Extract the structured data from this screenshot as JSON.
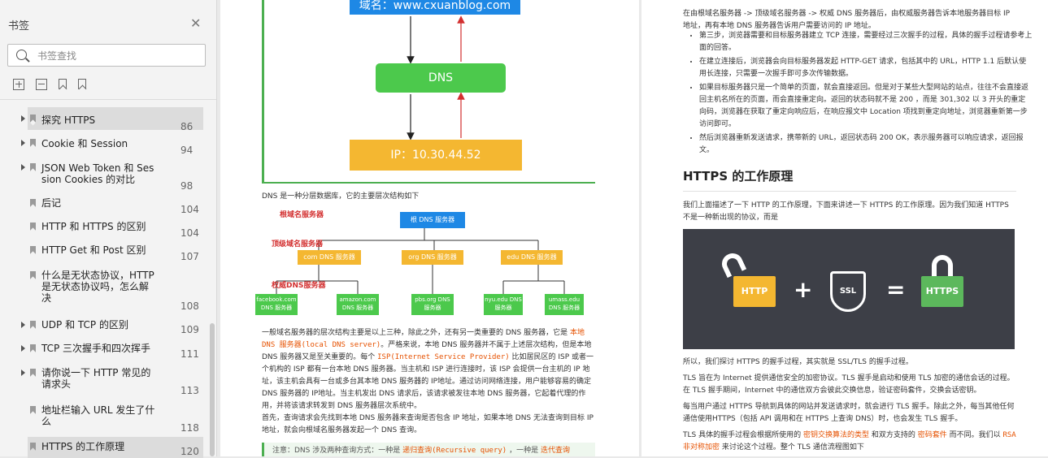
{
  "sidebar": {
    "title": "书签",
    "search_placeholder": "书签查找",
    "items": [
      {
        "label": "探究 HTTPS",
        "page": "86"
      },
      {
        "label": "Cookie 和 Session",
        "page": "94"
      },
      {
        "label": "JSON Web Token 和 Session Cookies 的对比",
        "page": "98"
      },
      {
        "label": "后记",
        "page": "104"
      },
      {
        "label": "HTTP 和 HTTPS 的区别",
        "page": "104"
      },
      {
        "label": "HTTP Get 和 Post 区别",
        "page": "107"
      },
      {
        "label": "什么是无状态协议，HTTP 是无状态协议吗，怎么解决",
        "page": "108"
      },
      {
        "label": "UDP 和 TCP 的区别",
        "page": "109"
      },
      {
        "label": "TCP 三次握手和四次挥手",
        "page": "111"
      },
      {
        "label": "请你说一下 HTTP 常见的请求头",
        "page": "113"
      },
      {
        "label": "地址栏输入 URL 发生了什么",
        "page": "118"
      },
      {
        "label": "HTTPS 的工作原理",
        "page": "120"
      }
    ]
  },
  "page1": {
    "domain_box": "域名：www.cxuanblog.com",
    "dns_box": "DNS",
    "ip_box": "IP：10.30.44.52",
    "caption": "DNS 是一种分层数据库，它的主要层次结构如下",
    "tree": {
      "root_label": "根域名服务器",
      "root_box": "根 DNS 服务器",
      "tld_label": "顶级域名服务器",
      "tld_boxes": [
        "com DNS 服务器",
        "org DNS 服务器",
        "edu DNS 服务器"
      ],
      "auth_label": "权威DNS服务器",
      "auth_boxes": [
        "facebook.com DNS 服务器",
        "amazon.com DNS 服务器",
        "pbs.org DNS 服务器",
        "nyu.edu DNS 服务器",
        "umass.edu DNS 服务器"
      ]
    },
    "para1_a": "一般域名服务器的层次结构主要是以上三种，除此之外，还有另一类重要的 DNS 服务器，它是 ",
    "para1_hl1": "本地 DNS 服务器(local DNS server)",
    "para1_b": "。严格来说，本地 DNS 服务器并不属于上述层次结构，但是本地 DNS 服务器又是至关重要的。每个 ",
    "para1_hl2": "ISP(Internet Service Provider)",
    "para1_c": " 比如居民区的 ISP 或者一个机构的 ISP 都有一台本地 DNS 服务器。当主机和 ISP 进行连接时，该 ISP 会提供一台主机的 IP 地址，该主机会具有一台或多台其本地 DNS 服务器的 IP地址。通过访问网络连接，用户能够容易的确定 DNS 服务器的 IP地址。当主机发出 DNS 请求后，该请求被发往本地 DNS 服务器，它起着代理的作用，并将该请求转发到 DNS 服务器层次系统中。",
    "para2": "首先，查询请求会先找到本地 DNS 服务器来查询是否包含 IP 地址，如果本地 DNS 无法查询到目标 IP 地址，就会向根域名服务器发起一个 DNS 查询。",
    "note_a": "注意：DNS 涉及两种查询方式：一种是 ",
    "note_hl1": "递归查询(Recursive query)",
    "note_b": " ，一种是 ",
    "note_hl2": "迭代查询"
  },
  "page2": {
    "intro": "在由根域名服务器 -> 顶级域名服务器 -> 权威 DNS 服务器后，由权威服务器告诉本地服务器目标 IP 地址，再有本地 DNS 服务器告诉用户需要访问的 IP 地址。",
    "bullets": [
      "第三步，浏览器需要和目标服务器建立 TCP 连接，需要经过三次握手的过程，具体的握手过程请参考上面的回答。",
      "在建立连接后，浏览器会向目标服务器发起 HTTP-GET 请求，包括其中的 URL，HTTP 1.1 后默认使用长连接，只需要一次握手即可多次传输数据。",
      "如果目标服务器只是一个简单的页面，就会直接返回。但是对于某些大型网站的站点，往往不会直接返回主机名所在的页面，而会直接重定向。返回的状态码就不是 200 ，而是 301,302 以 3 开头的重定向码，浏览器在获取了重定向响应后，在响应报文中 Location 项找到重定向地址，浏览器重新第一步访问即可。",
      "然后浏览器重新发送请求，携带新的 URL，返回状态码 200 OK，表示服务器可以响应请求，返回报文。"
    ],
    "heading": "HTTPS 的工作原理",
    "p1": "我们上面描述了一下 HTTP 的工作原理，下面来讲述一下 HTTPS 的工作原理。因为我们知道 HTTPS 不是一种新出现的协议，而是",
    "banner": {
      "http": "HTTP",
      "plus": "+",
      "ssl": "SSL",
      "eq": "=",
      "https": "HTTPS"
    },
    "p2": "所以，我们探讨 HTTPS 的握手过程，其实就是 SSL/TLS 的握手过程。",
    "p3": "TLS 旨在为 Internet 提供通信安全的加密协议。TLS 握手是启动和使用 TLS 加密的通信会话的过程。在 TLS 握手期间，Internet 中的通信双方会彼此交换信息，验证密码套件，交换会话密钥。",
    "p4": "每当用户通过 HTTPS 导航到具体的网站并发送请求时，就会进行 TLS 握手。除此之外，每当其他任何通信使用HTTPS（包括 API 调用和在 HTTPS 上查询 DNS）时，也会发生 TLS 握手。",
    "p5_a": "TLS 具体的握手过程会根据所使用的 ",
    "p5_hl1": "密钥交换算法的类型",
    "p5_b": " 和双方支持的 ",
    "p5_hl2": "密码套件",
    "p5_c": " 而不同。我们以 ",
    "p5_hl3": "RSA 非对称加密",
    "p5_d": " 来讨论这个过程。整个 TLS 通信流程图如下"
  }
}
